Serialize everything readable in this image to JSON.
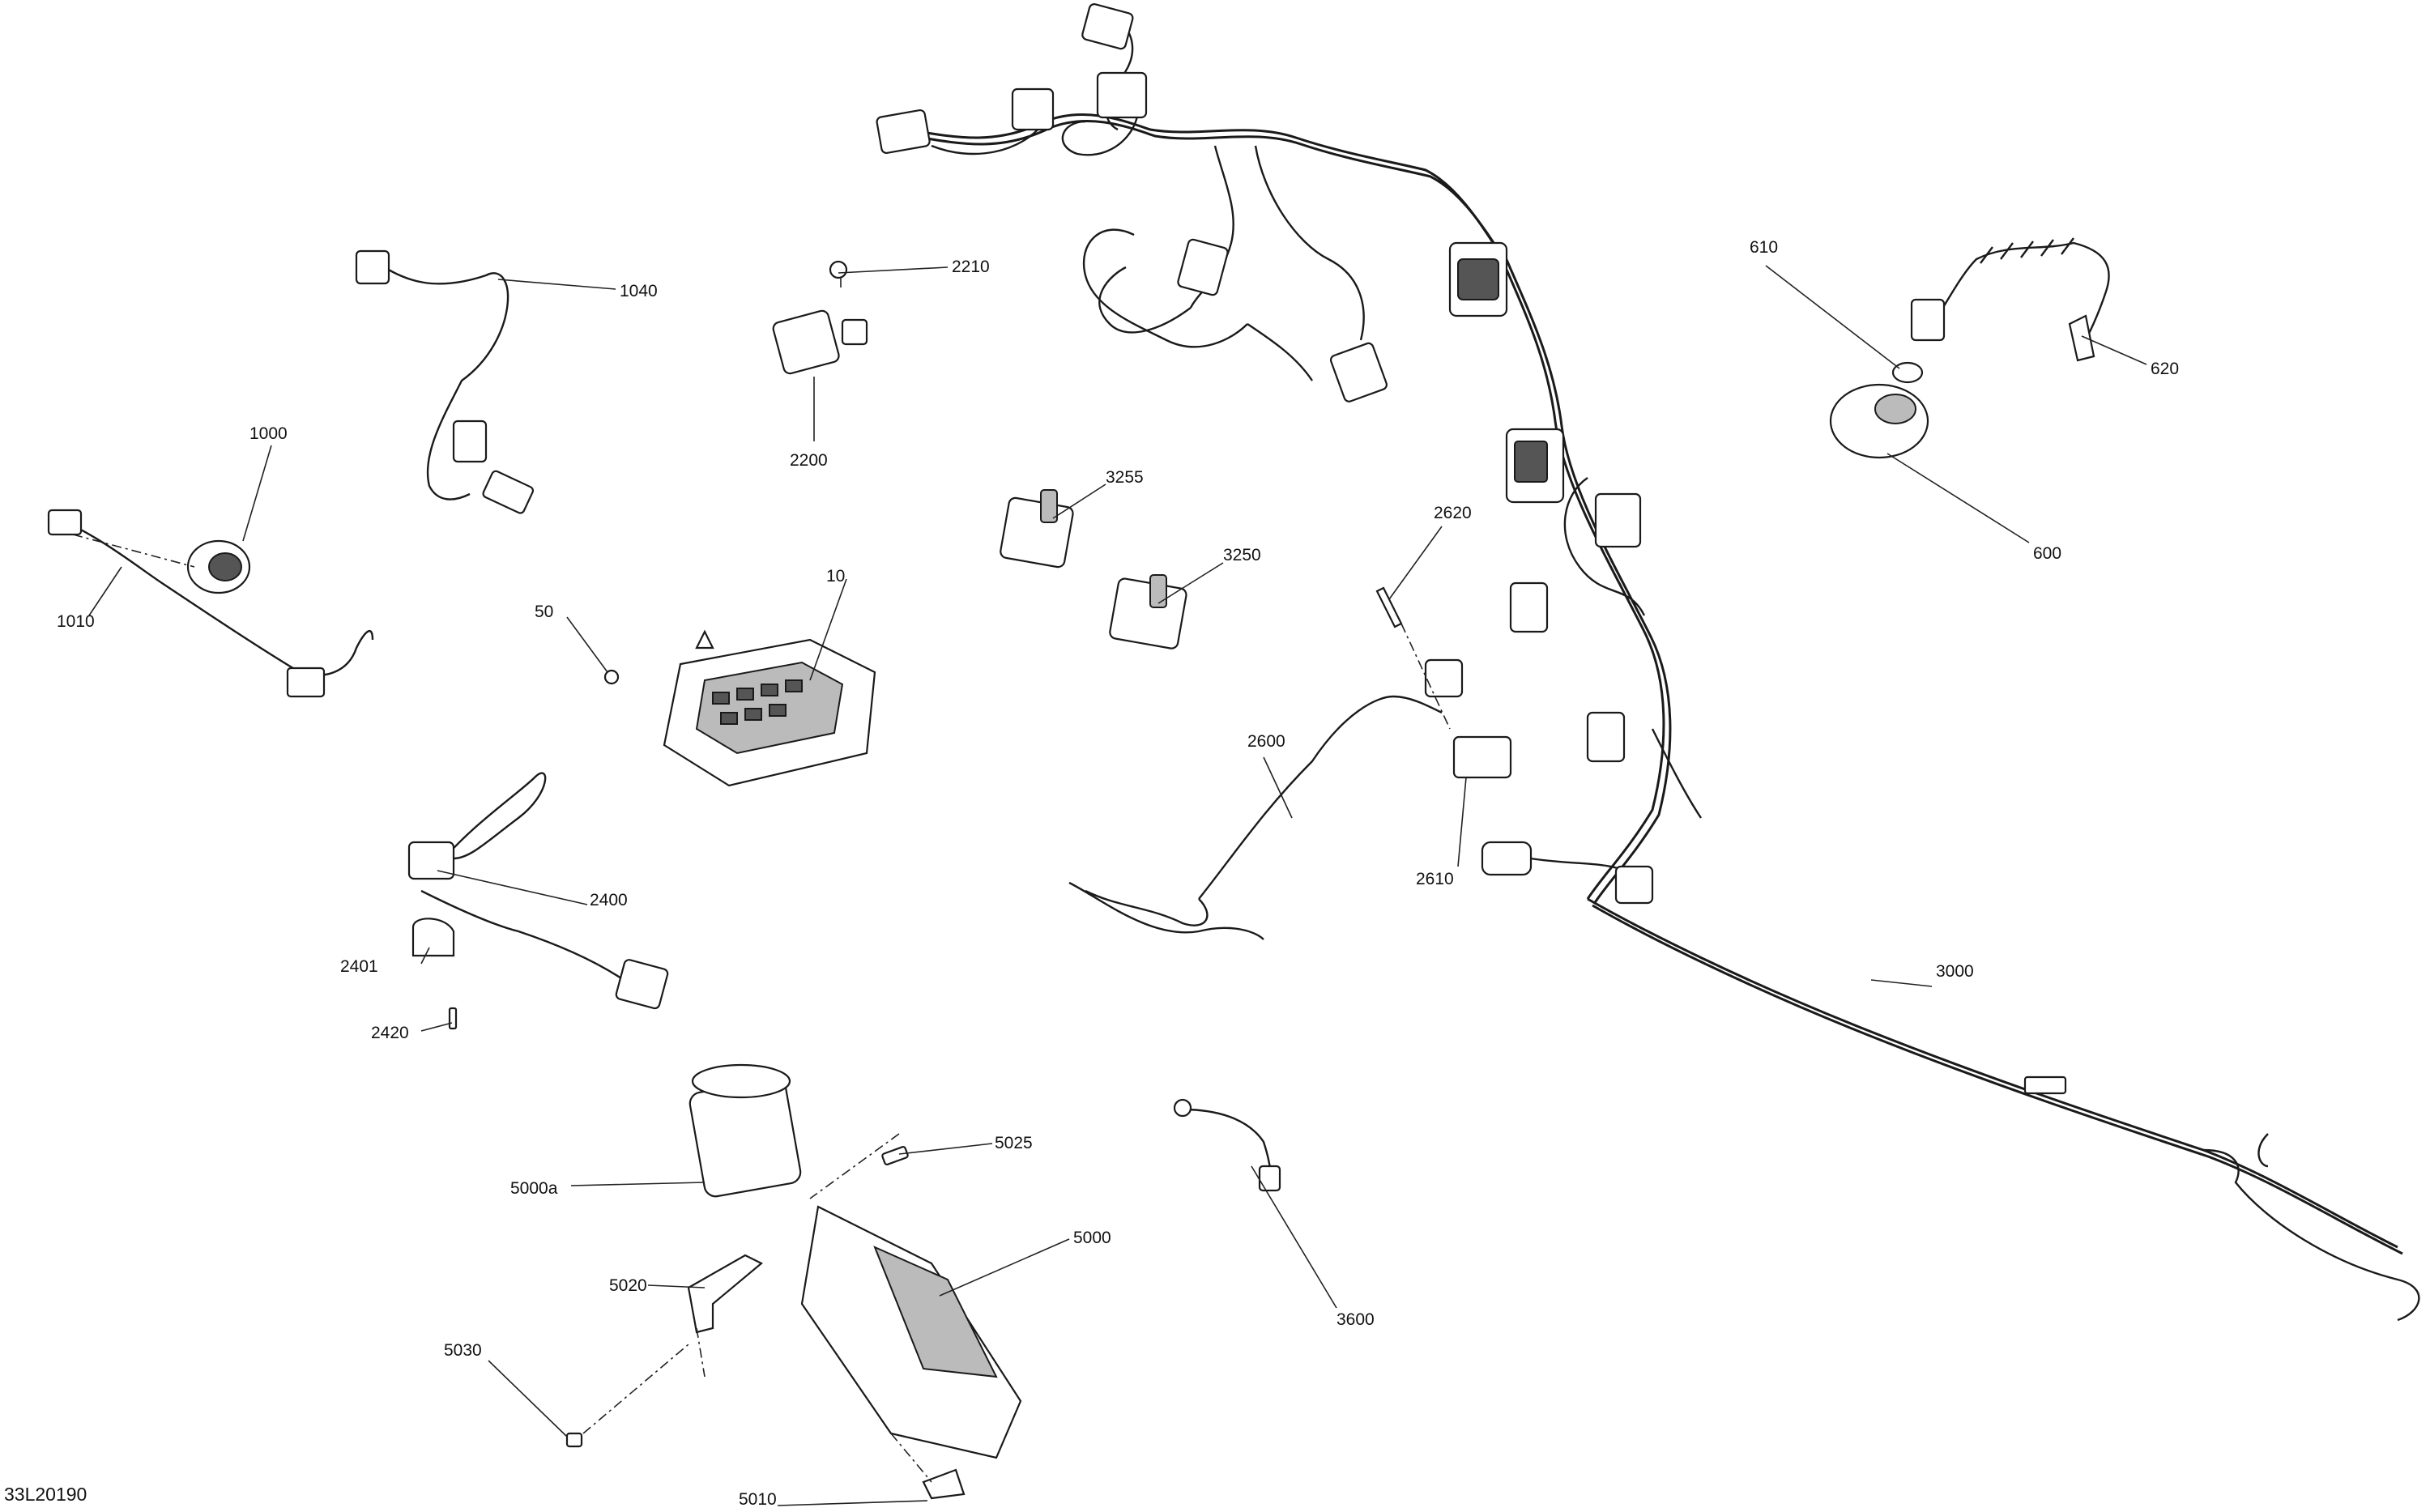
{
  "reference": "33L20190",
  "callouts": {
    "c10": "10",
    "c50": "50",
    "c600": "600",
    "c610": "610",
    "c620": "620",
    "c1000": "1000",
    "c1010": "1010",
    "c1040": "1040",
    "c2200": "2200",
    "c2210": "2210",
    "c2400": "2400",
    "c2401": "2401",
    "c2420": "2420",
    "c2600": "2600",
    "c2610": "2610",
    "c2620": "2620",
    "c3000": "3000",
    "c3250": "3250",
    "c3255": "3255",
    "c3600": "3600",
    "c5000": "5000",
    "c5000a": "5000a",
    "c5010": "5010",
    "c5020": "5020",
    "c5025": "5025",
    "c5030": "5030"
  }
}
